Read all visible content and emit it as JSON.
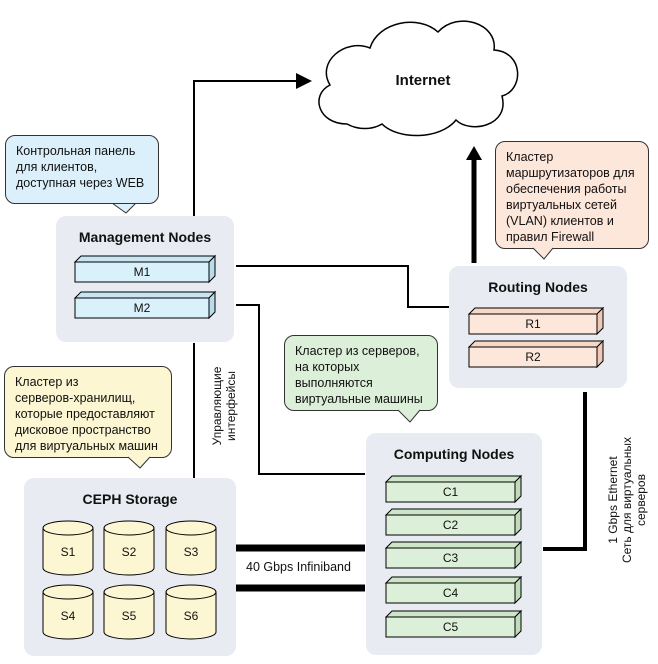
{
  "internet": {
    "label": "Internet"
  },
  "management": {
    "title": "Management Nodes",
    "nodes": [
      "M1",
      "M2"
    ],
    "callout": "Контрольная панель\nдля клиентов,\nдоступная через WEB"
  },
  "routing": {
    "title": "Routing Nodes",
    "nodes": [
      "R1",
      "R2"
    ],
    "callout": "Кластер\nмаршрутизаторов для\nобеспечения работы\nвиртуальных сетей\n(VLAN) клиентов и\nправил Firewall"
  },
  "computing": {
    "title": "Computing Nodes",
    "nodes": [
      "C1",
      "C2",
      "C3",
      "C4",
      "C5"
    ],
    "callout": "Кластер из серверов,\nна которых\nвыполняются\nвиртуальные машины"
  },
  "storage": {
    "title": "CEPH Storage",
    "nodes": [
      "S1",
      "S2",
      "S3",
      "S4",
      "S5",
      "S6"
    ],
    "callout": "Кластер из\nсерверов-хранилищ,\nкоторые предоставляют\nдисковое пространство\nдля виртуальных машин"
  },
  "links": {
    "management_interfaces": "Управляющие\nинтерфейсы",
    "infiniband": "40 Gbps Infiniband",
    "ethernet": "1 Gbps Ethernet\nСеть для виртуальных серверов"
  },
  "colors": {
    "panel": "#e8ebf2",
    "mgmt_fill": "#d9f1fb",
    "routing_fill": "#fde6da",
    "computing_fill": "#dcefd8",
    "storage_fill": "#fdf6d2"
  }
}
